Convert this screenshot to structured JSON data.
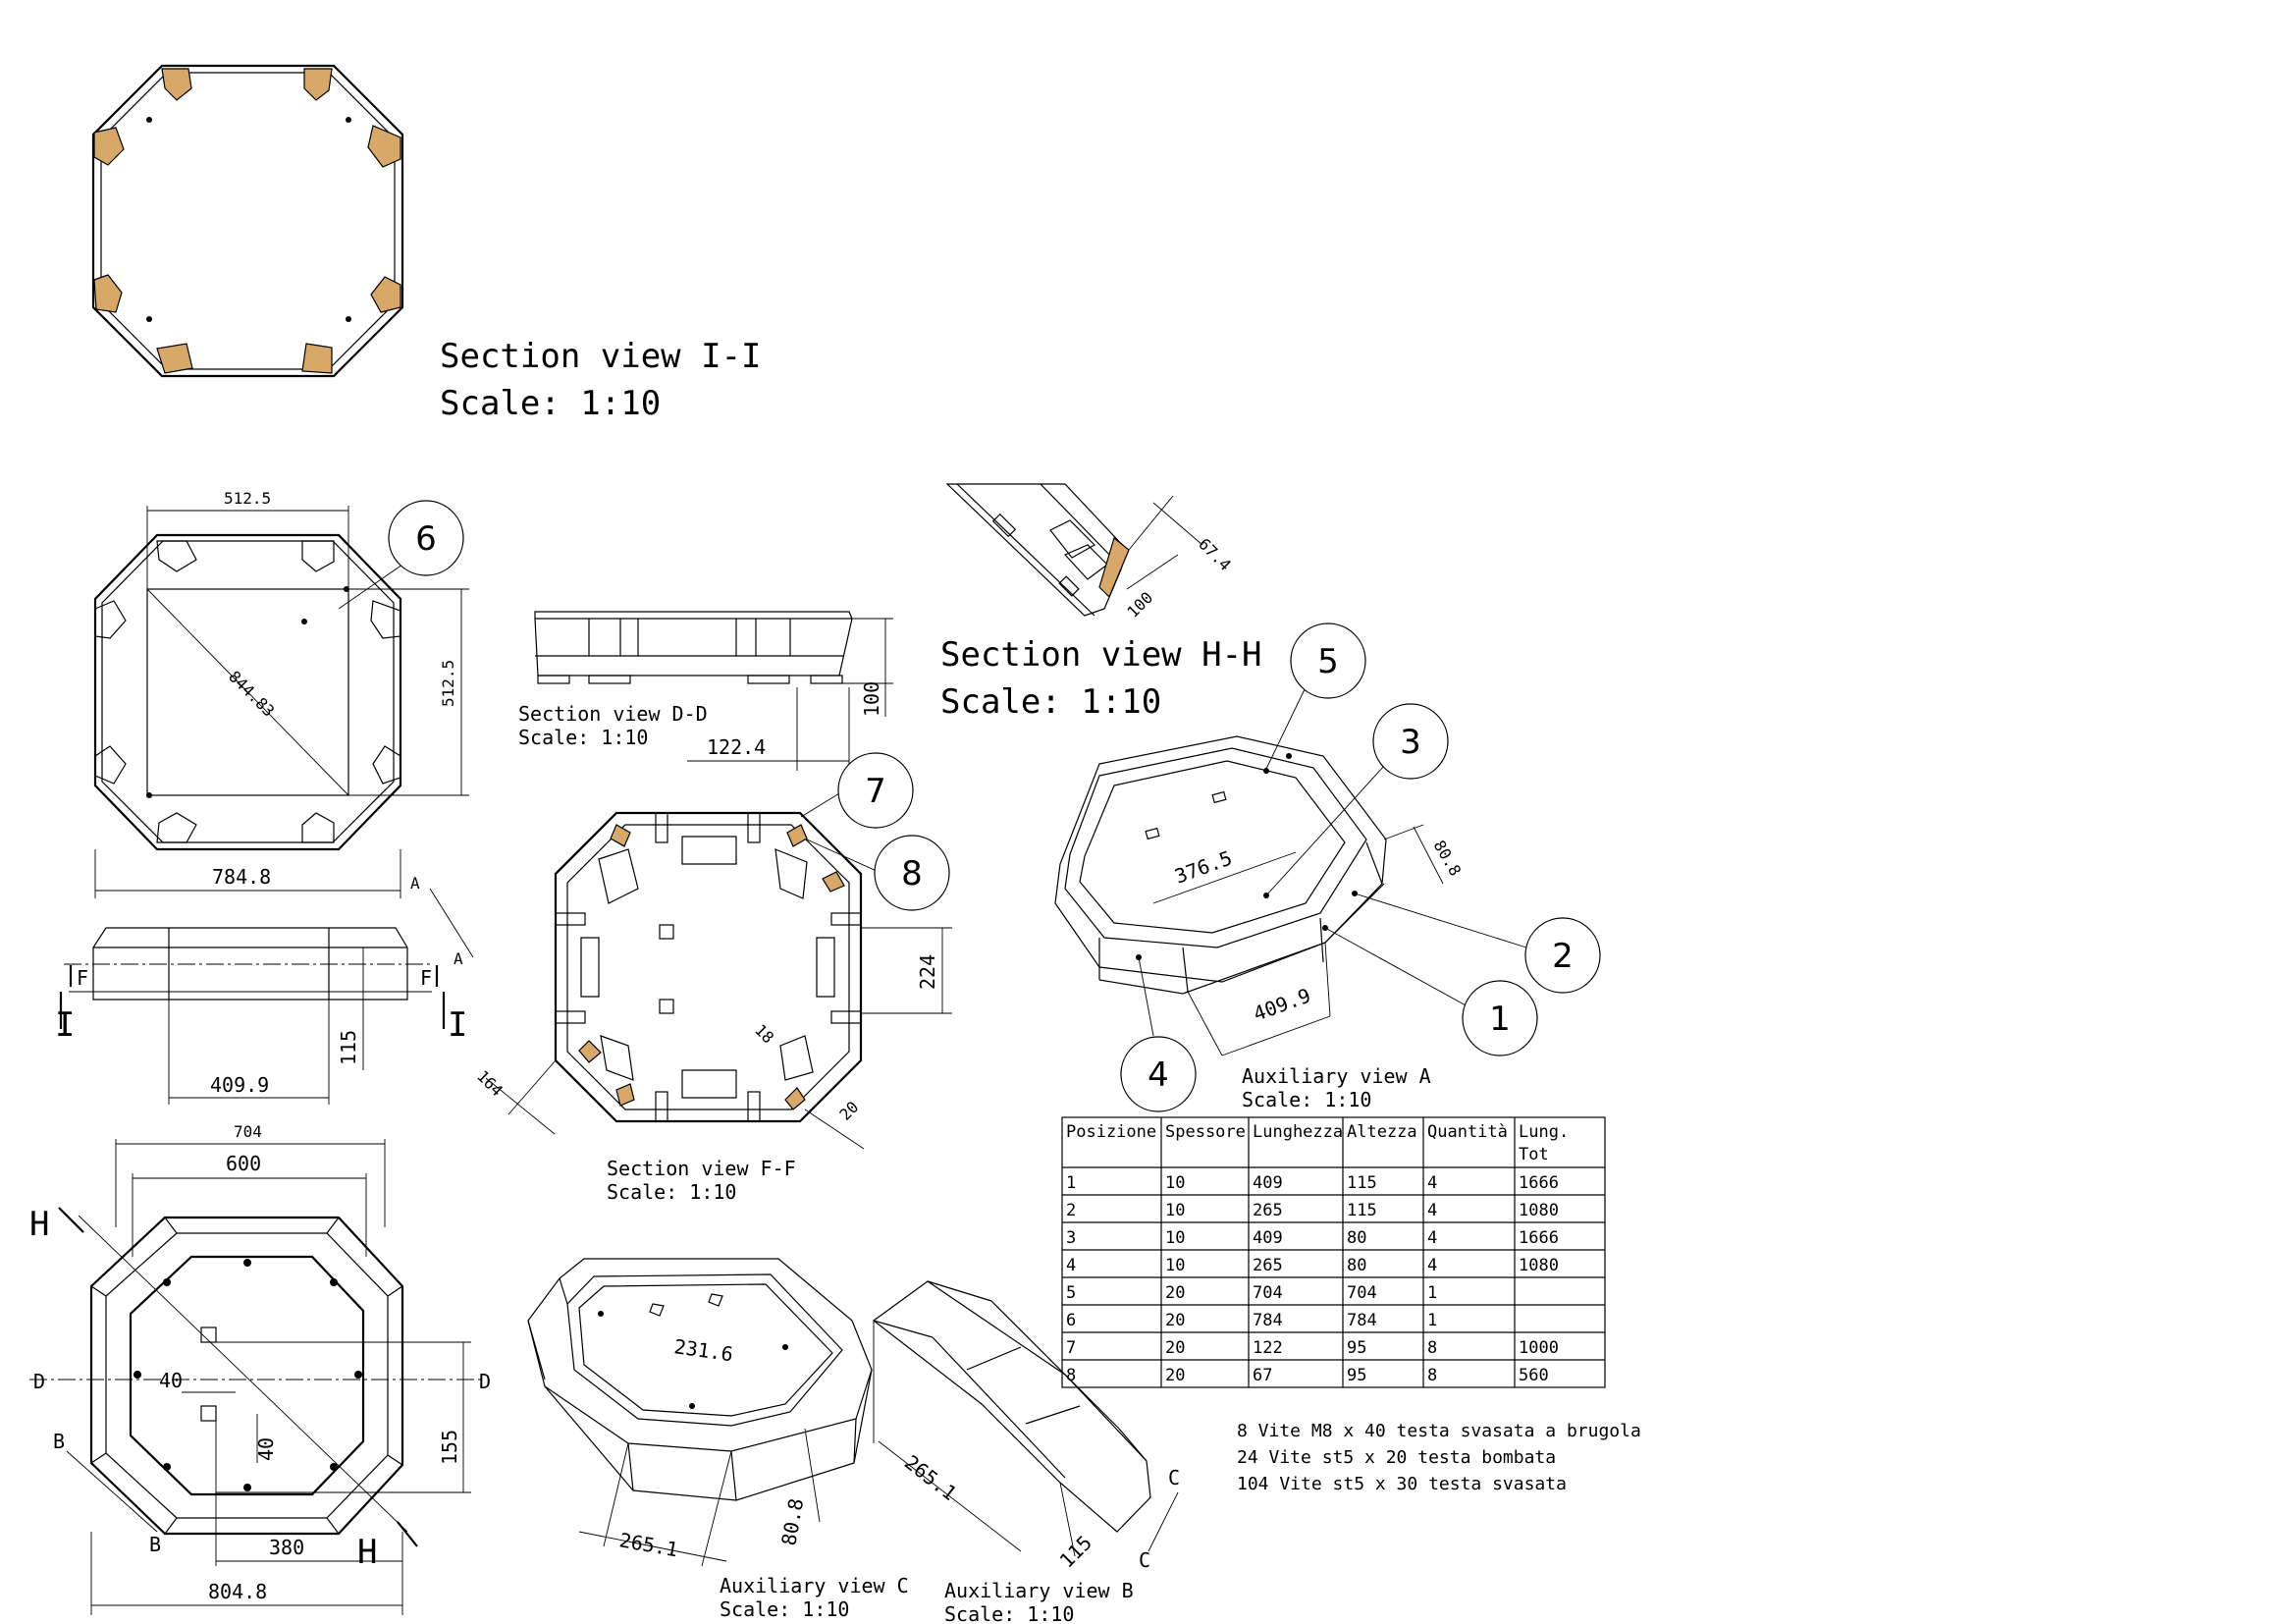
{
  "captions": {
    "section_i": [
      "Section view I-I",
      "Scale:  1:10"
    ],
    "section_h": [
      "Section view H-H",
      "Scale:  1:10"
    ],
    "section_d": [
      "Section view D-D",
      "Scale:  1:10"
    ],
    "section_f": [
      "Section view F-F",
      "Scale:  1:10"
    ],
    "aux_a": [
      "Auxiliary view A",
      "Scale:  1:10"
    ],
    "aux_b": [
      "Auxiliary view B",
      "Scale:  1:10"
    ],
    "aux_c": [
      "Auxiliary view C",
      "Scale:  1:10"
    ]
  },
  "dimensions": {
    "top_width": "512.5",
    "diagonal": "844.83",
    "side_height": "512.5",
    "overall_width": "784.8",
    "side_len_front": "409.9",
    "front_height": "115",
    "dd_height": "100",
    "dd_offset": "122.4",
    "hh_a": "67.4",
    "hh_b": "100",
    "ff_224": "224",
    "ff_164": "164",
    "ff_18": "18",
    "ff_20": "20",
    "aux_a_inner": "376.5",
    "aux_a_depth": "80.8",
    "aux_a_side": "409.9",
    "bottom_704": "704",
    "bottom_600": "600",
    "bottom_40a": "40",
    "bottom_40b": "40",
    "bottom_155": "155",
    "bottom_380": "380",
    "bottom_804": "804.8",
    "aux_c_inner": "231.6",
    "aux_c_side": "265.1",
    "aux_c_depth": "80.8",
    "aux_b_side": "265.1",
    "aux_b_height": "115"
  },
  "section_letters": {
    "I_left": "I",
    "I_right": "I",
    "F_left": "F",
    "F_right": "F",
    "A_top": "A",
    "A_bottom": "A",
    "H_top": "H",
    "H_bottom": "H",
    "D_left": "D",
    "D_right": "D",
    "B_top": "B",
    "B_bottom": "B",
    "C_top": "C",
    "C_bottom": "C"
  },
  "balloons": {
    "b1": "1",
    "b2": "2",
    "b3": "3",
    "b4": "4",
    "b5": "5",
    "b6": "6",
    "b7": "7",
    "b8": "8"
  },
  "bom": {
    "headers": [
      "Posizione",
      "Spessore",
      "Lunghezza",
      "Altezza",
      "Quantità",
      "Lung.",
      "Tot"
    ],
    "rows": [
      [
        "1",
        "10",
        "409",
        "115",
        "4",
        "1666"
      ],
      [
        "2",
        "10",
        "265",
        "115",
        "4",
        "1080"
      ],
      [
        "3",
        "10",
        "409",
        "80",
        "4",
        "1666"
      ],
      [
        "4",
        "10",
        "265",
        "80",
        "4",
        "1080"
      ],
      [
        "5",
        "20",
        "704",
        "704",
        "1",
        ""
      ],
      [
        "6",
        "20",
        "784",
        "784",
        "1",
        ""
      ],
      [
        "7",
        "20",
        "122",
        "95",
        "8",
        "1000"
      ],
      [
        "8",
        "20",
        "67",
        "95",
        "8",
        "560"
      ]
    ]
  },
  "screws": [
    "8 Vite M8 x 40 testa svasata a brugola",
    "24 Vite st5 x 20 testa bombata",
    "104 Vite st5 x 30 testa svasata"
  ]
}
